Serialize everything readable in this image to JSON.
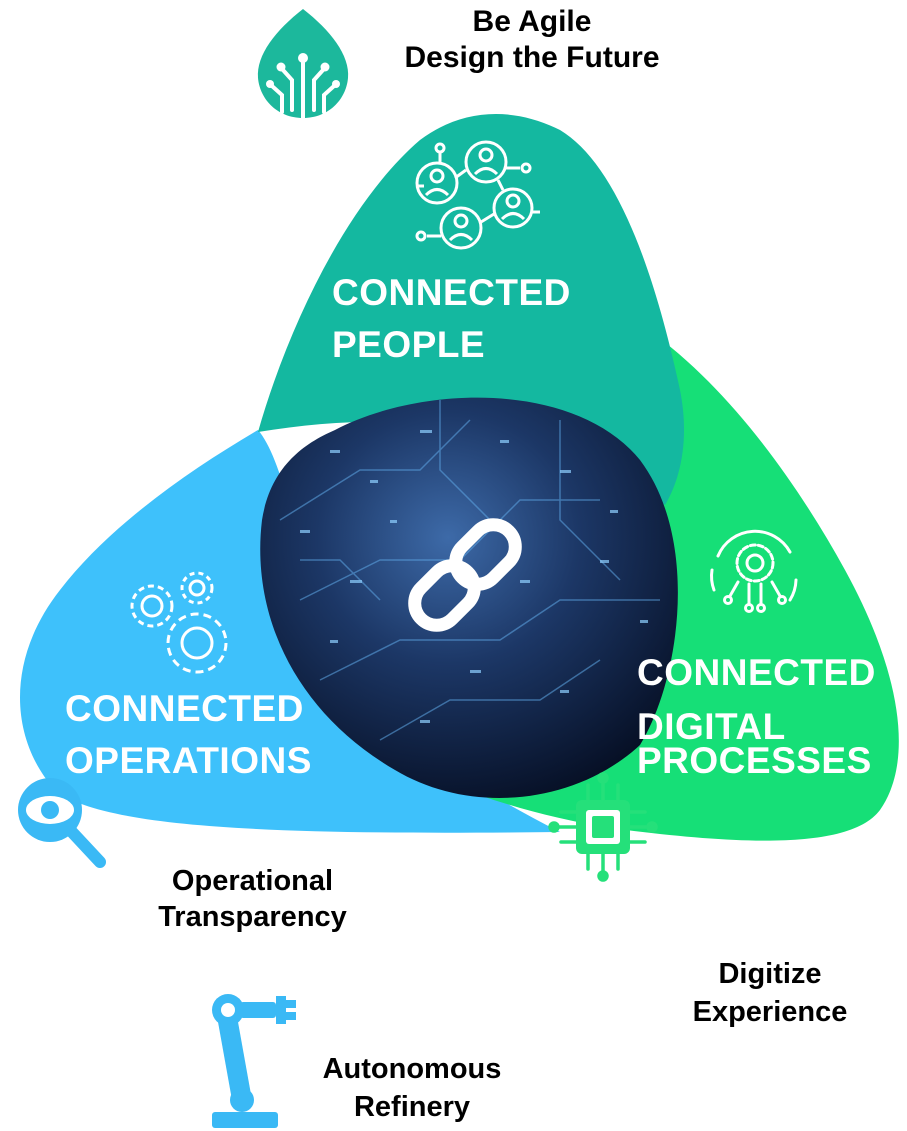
{
  "header": {
    "line1": "Be Agile",
    "line2": "Design the Future",
    "icon": "leaf-circuit-icon"
  },
  "segments": {
    "people": {
      "line1": "CONNECTED",
      "line2": "PEOPLE",
      "icon": "people-network-icon",
      "color": "#14b8a0"
    },
    "operations": {
      "line1": "CONNECTED",
      "line2": "OPERATIONS",
      "icon": "gears-icon",
      "color": "#3ec1fb"
    },
    "digital": {
      "line1": "CONNECTED",
      "line2": "DIGITAL",
      "line3": "PROCESSES",
      "icon": "gear-circuit-cycle-icon",
      "color": "#16df77"
    }
  },
  "center": {
    "icon": "chain-link-icon",
    "image": "digital-circuit-background"
  },
  "outcomes": {
    "transparency": {
      "line1": "Operational",
      "line2": "Transparency",
      "icon": "magnifier-eye-icon",
      "color": "#3ab9f5"
    },
    "digitize": {
      "line1": "Digitize",
      "line2": "Experience",
      "icon": "microchip-icon",
      "color": "#25e07a"
    },
    "refinery": {
      "line1": "Autonomous",
      "line2": "Refinery",
      "icon": "robot-arm-icon",
      "color": "#3ab9f5"
    }
  }
}
